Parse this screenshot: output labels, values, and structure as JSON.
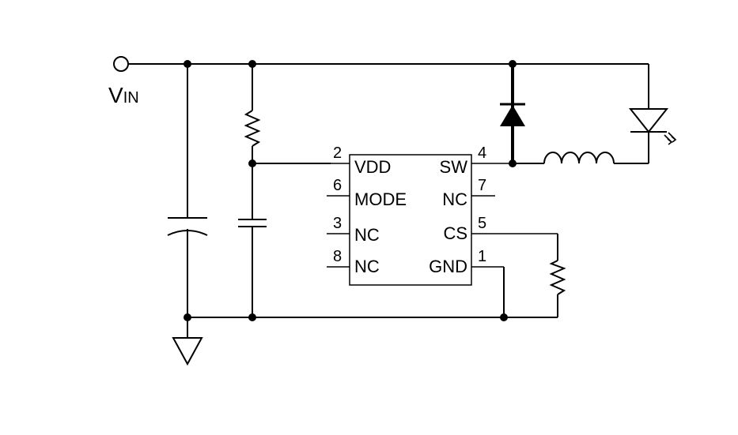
{
  "diagram": {
    "supply_label_main": "V",
    "supply_label_sub": "IN",
    "ic": {
      "pins_left": [
        {
          "num": "2",
          "name": "VDD"
        },
        {
          "num": "6",
          "name": "MODE"
        },
        {
          "num": "3",
          "name": "NC"
        },
        {
          "num": "8",
          "name": "NC"
        }
      ],
      "pins_right": [
        {
          "num": "4",
          "name": "SW"
        },
        {
          "num": "7",
          "name": "NC"
        },
        {
          "num": "5",
          "name": "CS"
        },
        {
          "num": "1",
          "name": "GND"
        }
      ]
    },
    "components": [
      "input-terminal-icon",
      "input-capacitor",
      "vdd-resistor",
      "vdd-capacitor",
      "freewheel-diode",
      "inductor",
      "led",
      "current-sense-resistor",
      "ground-icon"
    ]
  }
}
